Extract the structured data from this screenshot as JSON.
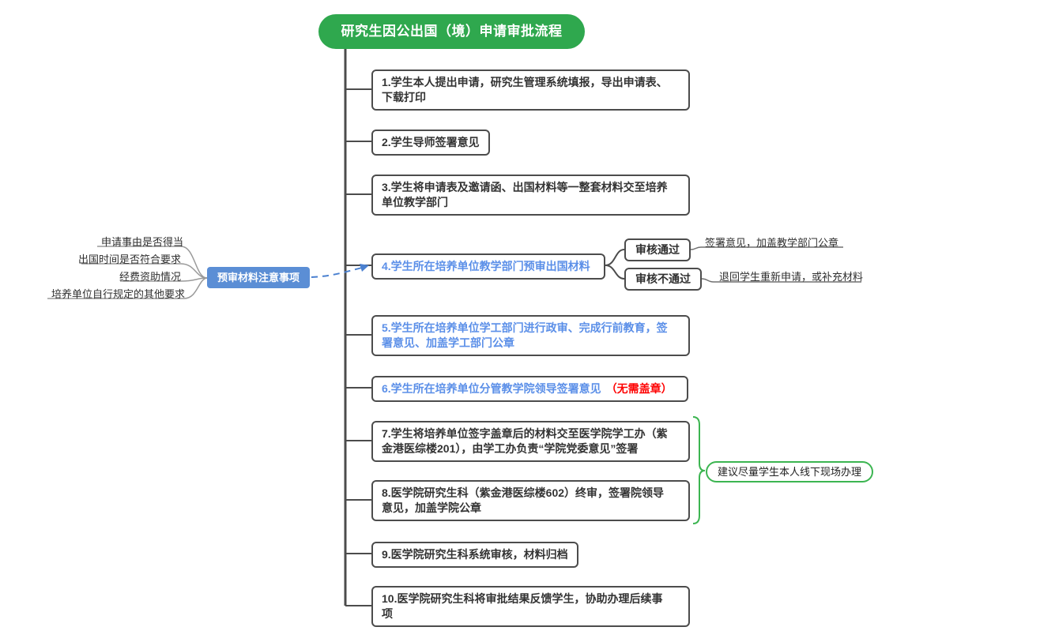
{
  "title": "研究生因公出国（境）申请审批流程",
  "steps": [
    {
      "text": "1.学生本人提出申请，研究生管理系统填报，导出申请表、\n下载打印"
    },
    {
      "text": "2.学生导师签署意见"
    },
    {
      "text": "3.学生将申请表及邀请函、出国材料等一整套材料交至培养\n单位教学部门"
    },
    {
      "text": "4.学生所在培养单位教学部门预审出国材料"
    },
    {
      "text": "5.学生所在培养单位学工部门进行政审、完成行前教育，签\n署意见、加盖学工部门公章"
    },
    {
      "text": "6.学生所在培养单位分管教学院领导签署意见",
      "note": "（无需盖章）"
    },
    {
      "text": "7.学生将培养单位签字盖章后的材料交至医学院学工办（紫\n金港医综楼201），由学工办负责“学院党委意见”签署"
    },
    {
      "text": "8.医学院研究生科（紫金港医综楼602）终审，签署院领导\n意见，加盖学院公章"
    },
    {
      "text": "9.医学院研究生科系统审核，材料归档"
    },
    {
      "text": "10.医学院研究生科将审批结果反馈学生，协助办理后续事\n项"
    }
  ],
  "review": {
    "pass": {
      "label": "审核通过",
      "result": "签署意见，加盖教学部门公章"
    },
    "fail": {
      "label": "审核不通过",
      "result": "退回学生重新申请，或补充材料"
    }
  },
  "precheck": {
    "label": "预审材料注意事项",
    "items": [
      "申请事由是否得当",
      "出国时间是否符合要求",
      "经费资助情况",
      "培养单位自行规定的其他要求"
    ]
  },
  "note": "建议尽量学生本人线下现场办理",
  "colors": {
    "title_bg": "#2fa84e",
    "note_green": "#3cb551",
    "floating_topic_bg": "#5b8ed5",
    "highlight_text_blue": "#5b8fe8",
    "warning_text_red": "#fe0000",
    "line_dark": "#4c4c4c",
    "line_gray": "#9a9a9a"
  }
}
